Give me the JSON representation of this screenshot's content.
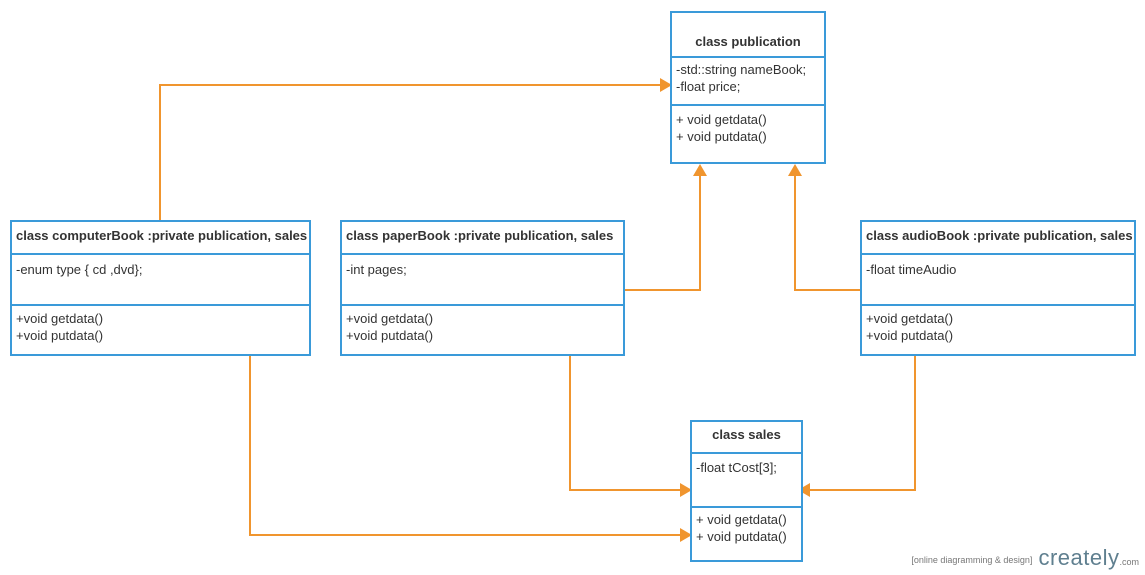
{
  "publication": {
    "title": "class publication",
    "attributes": [
      "-std::string nameBook;",
      "-float price;"
    ],
    "methods": [
      "+ void getdata()",
      "+ void putdata()"
    ]
  },
  "computerBook": {
    "title": "class computerBook :private publication, sales",
    "attributes": [
      "-enum type { cd ,dvd};"
    ],
    "methods": [
      "+void getdata()",
      "+void putdata()"
    ]
  },
  "paperBook": {
    "title": "class paperBook :private publication, sales",
    "attributes": [
      "-int pages;"
    ],
    "methods": [
      "+void getdata()",
      "+void putdata()"
    ]
  },
  "audioBook": {
    "title": "class audioBook :private publication, sales",
    "attributes": [
      "-float timeAudio"
    ],
    "methods": [
      "+void getdata()",
      "+void putdata()"
    ]
  },
  "sales": {
    "title": "class sales",
    "attributes": [
      "-float tCost[3];"
    ],
    "methods": [
      "+ void getdata()",
      "+ void putdata()"
    ]
  },
  "colors": {
    "border": "#3a9ad9",
    "connector": "#f0952e"
  },
  "brand": {
    "tagline": "[online diagramming & design]",
    "logo": "creately",
    "suffix": ".com"
  }
}
